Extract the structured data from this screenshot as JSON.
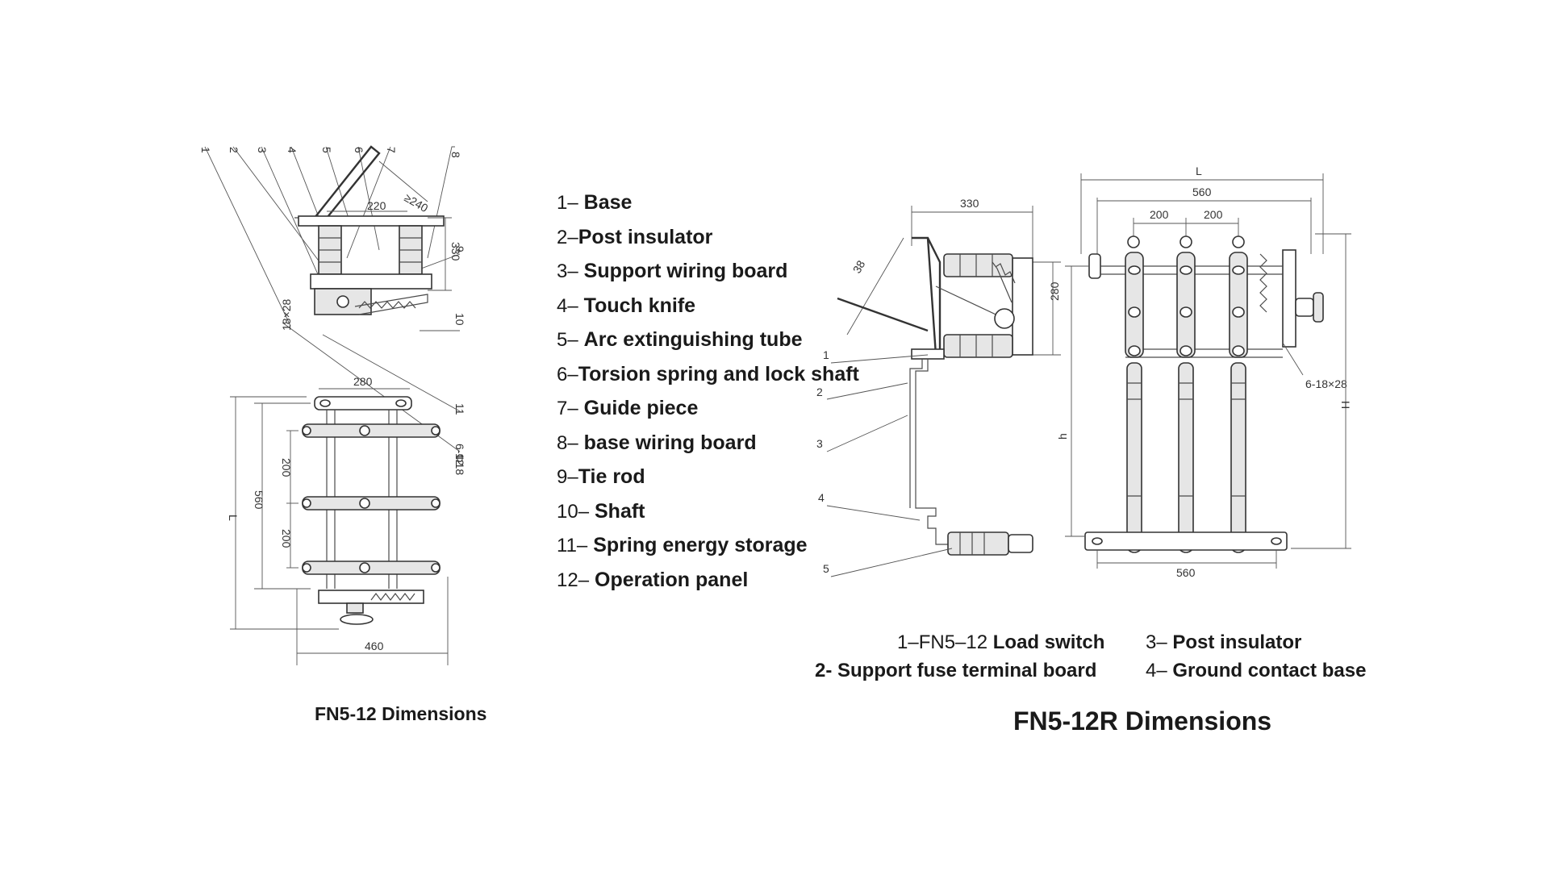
{
  "left_drawing": {
    "callouts": [
      "1",
      "2",
      "3",
      "4",
      "5",
      "6",
      "7",
      "8",
      "9",
      "10",
      "11",
      "12"
    ],
    "dims": {
      "d240": "≥240",
      "d220": "220",
      "d330": "330",
      "d18x28": "18×28",
      "d280": "280",
      "d200a": "200",
      "d200b": "200",
      "d560": "560",
      "dL": "L",
      "dHoles": "6-Φ18",
      "d460": "460"
    }
  },
  "legend_left": [
    {
      "num": "1–",
      "text": "Base"
    },
    {
      "num": "2–",
      "text": "Post insulator"
    },
    {
      "num": "3–",
      "text": "Support wiring board"
    },
    {
      "num": "4–",
      "text": "Touch knife"
    },
    {
      "num": "5–",
      "text": "Arc extinguishing tube"
    },
    {
      "num": "6–",
      "text": "Torsion spring and lock shaft"
    },
    {
      "num": "7–",
      "text": "Guide piece"
    },
    {
      "num": "8–",
      "text": "base wiring board"
    },
    {
      "num": "9–",
      "text": "Tie rod"
    },
    {
      "num": "10–",
      "text": "Shaft"
    },
    {
      "num": "11–",
      "text": "Spring energy storage"
    },
    {
      "num": "12–",
      "text": "Operation panel"
    }
  ],
  "side_drawing": {
    "callouts": [
      "1",
      "2",
      "3",
      "4",
      "5"
    ],
    "dims": {
      "d330": "330",
      "d38": "38",
      "d280": "280"
    }
  },
  "front_drawing": {
    "dims": {
      "dL": "L",
      "d560top": "560",
      "d200a": "200",
      "d200b": "200",
      "dh": "h",
      "dH": "H",
      "dHoles": "6-18×28",
      "d560bottom": "560"
    }
  },
  "legend_right": [
    {
      "num": "1–FN5–12",
      "text": "Load switch"
    },
    {
      "num": "3–",
      "text": "Post insulator"
    },
    {
      "num": "2-",
      "text": "Support fuse terminal board"
    },
    {
      "num": "4–",
      "text": "Ground contact base"
    }
  ],
  "captions": {
    "left": "FN5-12 Dimensions",
    "right": "FN5-12R Dimensions"
  }
}
